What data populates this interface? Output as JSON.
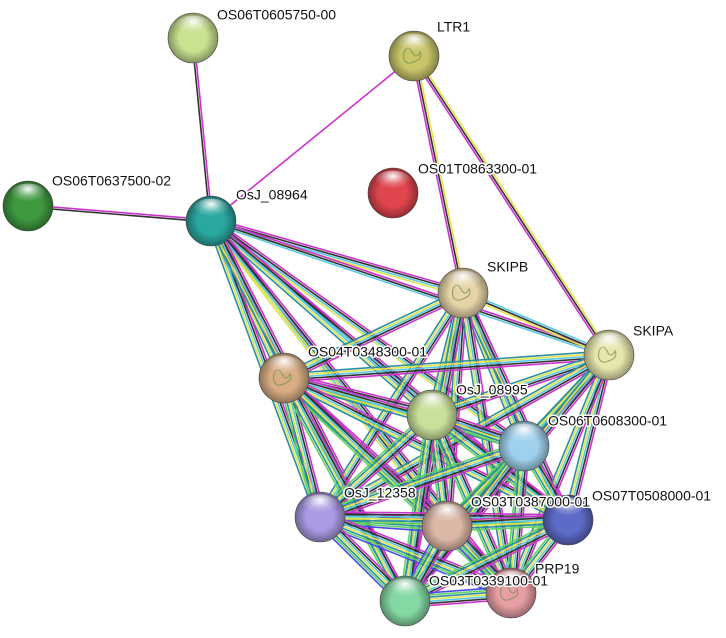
{
  "network": {
    "nodes": [
      {
        "id": "OS06T0605750-00",
        "label": "OS06T0605750-00",
        "color": "#c8e28f"
      },
      {
        "id": "LTR1",
        "label": "LTR1",
        "color": "#c9c56a",
        "structure": true
      },
      {
        "id": "OS06T0637500-02",
        "label": "OS06T0637500-02",
        "color": "#3f9a3f"
      },
      {
        "id": "OsJ_08964",
        "label": "OsJ_08964",
        "color": "#2aa79f"
      },
      {
        "id": "OS01T0863300-01",
        "label": "OS01T0863300-01",
        "color": "#e0454d"
      },
      {
        "id": "SKIPB",
        "label": "SKIPB",
        "color": "#e6d4a8",
        "structure": true
      },
      {
        "id": "SKIPA",
        "label": "SKIPA",
        "color": "#e7e6ad",
        "structure": true
      },
      {
        "id": "OS04T0348300-01",
        "label": "OS04T0348300-01",
        "color": "#d8ad84",
        "structure": true
      },
      {
        "id": "OsJ_08995",
        "label": "OsJ_08995",
        "color": "#c9e09b"
      },
      {
        "id": "OS06T0608300-01",
        "label": "OS06T0608300-01",
        "color": "#9fd1ee"
      },
      {
        "id": "OsJ_12358",
        "label": "OsJ_12358",
        "color": "#a99ae3"
      },
      {
        "id": "OS03T0387000-01",
        "label": "OS03T0387000-01",
        "color": "#dcb7a6"
      },
      {
        "id": "OS07T0508000-01",
        "label": "OS07T0508000-01",
        "color": "#5d6bc7"
      },
      {
        "id": "PRP19",
        "label": "PRP19",
        "color": "#e79fa4",
        "structure": true
      },
      {
        "id": "OS03T0339100-01",
        "label": "OS03T0339100-01",
        "color": "#84d8a3"
      }
    ],
    "edge_colors": [
      "#cc33cc",
      "#333333",
      "#e3e34a",
      "#55c9e5",
      "#2d8fa0",
      "#5fd35f",
      "#4a4ae6"
    ],
    "edges": [
      {
        "source": "OS06T0605750-00",
        "target": "OsJ_08964",
        "colors": [
          "#cc33cc",
          "#333333"
        ]
      },
      {
        "source": "OS06T0637500-02",
        "target": "OsJ_08964",
        "colors": [
          "#cc33cc",
          "#333333"
        ]
      },
      {
        "source": "OsJ_08964",
        "target": "LTR1",
        "colors": [
          "#cc33cc"
        ]
      },
      {
        "source": "LTR1",
        "target": "SKIPB",
        "colors": [
          "#e3e34a",
          "#333333",
          "#cc33cc"
        ]
      },
      {
        "source": "LTR1",
        "target": "SKIPA",
        "colors": [
          "#e3e34a",
          "#333333",
          "#cc33cc"
        ]
      },
      {
        "source": "OsJ_08964",
        "target": "SKIPB",
        "colors": [
          "#cc33cc",
          "#333333",
          "#55c9e5",
          "#e3e34a"
        ]
      },
      {
        "source": "OsJ_08964",
        "target": "SKIPA",
        "colors": [
          "#cc33cc",
          "#333333",
          "#55c9e5"
        ]
      },
      {
        "source": "OsJ_08964",
        "target": "OS04T0348300-01",
        "colors": [
          "#cc33cc",
          "#333333",
          "#55c9e5",
          "#e3e34a",
          "#2d8fa0"
        ]
      },
      {
        "source": "OsJ_08964",
        "target": "OsJ_08995",
        "colors": [
          "#cc33cc",
          "#333333",
          "#55c9e5",
          "#e3e34a",
          "#2d8fa0"
        ]
      },
      {
        "source": "OsJ_08964",
        "target": "OS06T0608300-01",
        "colors": [
          "#cc33cc",
          "#333333",
          "#55c9e5",
          "#e3e34a"
        ]
      },
      {
        "source": "OsJ_08964",
        "target": "OsJ_12358",
        "colors": [
          "#cc33cc",
          "#333333",
          "#55c9e5",
          "#e3e34a",
          "#2d8fa0"
        ]
      },
      {
        "source": "OsJ_08964",
        "target": "OS03T0387000-01",
        "colors": [
          "#cc33cc",
          "#333333",
          "#55c9e5",
          "#e3e34a"
        ]
      },
      {
        "source": "OsJ_08964",
        "target": "OS07T0508000-01",
        "colors": [
          "#cc33cc",
          "#333333",
          "#55c9e5"
        ]
      },
      {
        "source": "OsJ_08964",
        "target": "PRP19",
        "colors": [
          "#cc33cc",
          "#333333",
          "#55c9e5",
          "#e3e34a"
        ]
      },
      {
        "source": "OsJ_08964",
        "target": "OS03T0339100-01",
        "colors": [
          "#cc33cc",
          "#333333",
          "#55c9e5",
          "#e3e34a",
          "#2d8fa0"
        ]
      },
      {
        "source": "SKIPB",
        "target": "SKIPA",
        "colors": [
          "#55c9e5",
          "#333333",
          "#e3e34a"
        ]
      },
      {
        "source": "SKIPB",
        "target": "OS04T0348300-01",
        "colors": [
          "#cc33cc",
          "#333333",
          "#55c9e5",
          "#e3e34a",
          "#2d8fa0"
        ]
      },
      {
        "source": "SKIPB",
        "target": "OsJ_08995",
        "colors": [
          "#cc33cc",
          "#333333",
          "#55c9e5",
          "#e3e34a",
          "#2d8fa0"
        ]
      },
      {
        "source": "SKIPB",
        "target": "OS06T0608300-01",
        "colors": [
          "#cc33cc",
          "#333333",
          "#55c9e5",
          "#e3e34a",
          "#2d8fa0"
        ]
      },
      {
        "source": "SKIPB",
        "target": "OsJ_12358",
        "colors": [
          "#cc33cc",
          "#333333",
          "#55c9e5",
          "#e3e34a",
          "#2d8fa0"
        ]
      },
      {
        "source": "SKIPB",
        "target": "OS03T0387000-01",
        "colors": [
          "#cc33cc",
          "#333333",
          "#55c9e5",
          "#e3e34a",
          "#2d8fa0"
        ]
      },
      {
        "source": "SKIPB",
        "target": "OS07T0508000-01",
        "colors": [
          "#cc33cc",
          "#333333",
          "#55c9e5",
          "#e3e34a",
          "#2d8fa0"
        ]
      },
      {
        "source": "SKIPB",
        "target": "PRP19",
        "colors": [
          "#cc33cc",
          "#333333",
          "#55c9e5",
          "#e3e34a",
          "#2d8fa0"
        ]
      },
      {
        "source": "SKIPB",
        "target": "OS03T0339100-01",
        "colors": [
          "#cc33cc",
          "#333333",
          "#55c9e5",
          "#e3e34a",
          "#2d8fa0"
        ]
      },
      {
        "source": "SKIPA",
        "target": "OS04T0348300-01",
        "colors": [
          "#cc33cc",
          "#333333",
          "#55c9e5",
          "#e3e34a",
          "#2d8fa0"
        ]
      },
      {
        "source": "SKIPA",
        "target": "OsJ_08995",
        "colors": [
          "#cc33cc",
          "#333333",
          "#55c9e5",
          "#e3e34a",
          "#2d8fa0"
        ]
      },
      {
        "source": "SKIPA",
        "target": "OS06T0608300-01",
        "colors": [
          "#cc33cc",
          "#333333",
          "#55c9e5",
          "#e3e34a",
          "#2d8fa0"
        ]
      },
      {
        "source": "SKIPA",
        "target": "OsJ_12358",
        "colors": [
          "#cc33cc",
          "#333333",
          "#55c9e5",
          "#e3e34a",
          "#2d8fa0"
        ]
      },
      {
        "source": "SKIPA",
        "target": "OS03T0387000-01",
        "colors": [
          "#cc33cc",
          "#333333",
          "#55c9e5",
          "#e3e34a",
          "#2d8fa0"
        ]
      },
      {
        "source": "SKIPA",
        "target": "OS07T0508000-01",
        "colors": [
          "#cc33cc",
          "#333333",
          "#55c9e5",
          "#e3e34a",
          "#2d8fa0"
        ]
      },
      {
        "source": "SKIPA",
        "target": "PRP19",
        "colors": [
          "#cc33cc",
          "#333333",
          "#55c9e5",
          "#e3e34a",
          "#2d8fa0"
        ]
      },
      {
        "source": "SKIPA",
        "target": "OS03T0339100-01",
        "colors": [
          "#cc33cc",
          "#333333",
          "#55c9e5",
          "#e3e34a",
          "#2d8fa0"
        ]
      },
      {
        "source": "OS04T0348300-01",
        "target": "OsJ_08995",
        "colors": [
          "#cc33cc",
          "#333333",
          "#55c9e5",
          "#e3e34a",
          "#2d8fa0",
          "#5fd35f"
        ]
      },
      {
        "source": "OS04T0348300-01",
        "target": "OS06T0608300-01",
        "colors": [
          "#cc33cc",
          "#333333",
          "#55c9e5",
          "#e3e34a",
          "#2d8fa0"
        ]
      },
      {
        "source": "OS04T0348300-01",
        "target": "OsJ_12358",
        "colors": [
          "#cc33cc",
          "#333333",
          "#55c9e5",
          "#e3e34a",
          "#2d8fa0",
          "#5fd35f"
        ]
      },
      {
        "source": "OS04T0348300-01",
        "target": "OS03T0387000-01",
        "colors": [
          "#cc33cc",
          "#333333",
          "#55c9e5",
          "#e3e34a",
          "#2d8fa0",
          "#5fd35f"
        ]
      },
      {
        "source": "OS04T0348300-01",
        "target": "OS07T0508000-01",
        "colors": [
          "#cc33cc",
          "#333333",
          "#55c9e5",
          "#e3e34a",
          "#2d8fa0"
        ]
      },
      {
        "source": "OS04T0348300-01",
        "target": "PRP19",
        "colors": [
          "#cc33cc",
          "#333333",
          "#55c9e5",
          "#e3e34a",
          "#2d8fa0",
          "#5fd35f"
        ]
      },
      {
        "source": "OS04T0348300-01",
        "target": "OS03T0339100-01",
        "colors": [
          "#cc33cc",
          "#333333",
          "#55c9e5",
          "#e3e34a",
          "#2d8fa0",
          "#5fd35f"
        ]
      },
      {
        "source": "OsJ_08995",
        "target": "OS06T0608300-01",
        "colors": [
          "#cc33cc",
          "#333333",
          "#55c9e5",
          "#e3e34a",
          "#2d8fa0",
          "#5fd35f"
        ]
      },
      {
        "source": "OsJ_08995",
        "target": "OsJ_12358",
        "colors": [
          "#cc33cc",
          "#333333",
          "#55c9e5",
          "#e3e34a",
          "#2d8fa0",
          "#5fd35f"
        ]
      },
      {
        "source": "OsJ_08995",
        "target": "OS03T0387000-01",
        "colors": [
          "#cc33cc",
          "#333333",
          "#55c9e5",
          "#e3e34a",
          "#2d8fa0",
          "#5fd35f"
        ]
      },
      {
        "source": "OsJ_08995",
        "target": "OS07T0508000-01",
        "colors": [
          "#cc33cc",
          "#333333",
          "#55c9e5",
          "#e3e34a",
          "#2d8fa0",
          "#5fd35f"
        ]
      },
      {
        "source": "OsJ_08995",
        "target": "PRP19",
        "colors": [
          "#cc33cc",
          "#333333",
          "#55c9e5",
          "#e3e34a",
          "#2d8fa0",
          "#5fd35f"
        ]
      },
      {
        "source": "OsJ_08995",
        "target": "OS03T0339100-01",
        "colors": [
          "#cc33cc",
          "#333333",
          "#55c9e5",
          "#e3e34a",
          "#2d8fa0",
          "#5fd35f"
        ]
      },
      {
        "source": "OS06T0608300-01",
        "target": "OsJ_12358",
        "colors": [
          "#cc33cc",
          "#333333",
          "#55c9e5",
          "#e3e34a",
          "#2d8fa0",
          "#5fd35f"
        ]
      },
      {
        "source": "OS06T0608300-01",
        "target": "OS03T0387000-01",
        "colors": [
          "#cc33cc",
          "#333333",
          "#55c9e5",
          "#e3e34a",
          "#2d8fa0",
          "#5fd35f"
        ]
      },
      {
        "source": "OS06T0608300-01",
        "target": "OS07T0508000-01",
        "colors": [
          "#cc33cc",
          "#333333",
          "#55c9e5",
          "#e3e34a",
          "#2d8fa0",
          "#5fd35f"
        ]
      },
      {
        "source": "OS06T0608300-01",
        "target": "PRP19",
        "colors": [
          "#cc33cc",
          "#333333",
          "#55c9e5",
          "#e3e34a",
          "#2d8fa0",
          "#5fd35f"
        ]
      },
      {
        "source": "OS06T0608300-01",
        "target": "OS03T0339100-01",
        "colors": [
          "#cc33cc",
          "#333333",
          "#55c9e5",
          "#e3e34a",
          "#2d8fa0",
          "#5fd35f"
        ]
      },
      {
        "source": "OsJ_12358",
        "target": "OS03T0387000-01",
        "colors": [
          "#cc33cc",
          "#333333",
          "#55c9e5",
          "#e3e34a",
          "#2d8fa0",
          "#5fd35f",
          "#4a4ae6"
        ]
      },
      {
        "source": "OsJ_12358",
        "target": "OS07T0508000-01",
        "colors": [
          "#cc33cc",
          "#333333",
          "#55c9e5",
          "#e3e34a",
          "#2d8fa0",
          "#5fd35f"
        ]
      },
      {
        "source": "OsJ_12358",
        "target": "PRP19",
        "colors": [
          "#cc33cc",
          "#333333",
          "#55c9e5",
          "#e3e34a",
          "#2d8fa0",
          "#5fd35f",
          "#4a4ae6"
        ]
      },
      {
        "source": "OsJ_12358",
        "target": "OS03T0339100-01",
        "colors": [
          "#cc33cc",
          "#333333",
          "#55c9e5",
          "#e3e34a",
          "#2d8fa0",
          "#5fd35f",
          "#4a4ae6"
        ]
      },
      {
        "source": "OS03T0387000-01",
        "target": "OS07T0508000-01",
        "colors": [
          "#cc33cc",
          "#333333",
          "#55c9e5",
          "#e3e34a",
          "#2d8fa0",
          "#5fd35f"
        ]
      },
      {
        "source": "OS03T0387000-01",
        "target": "PRP19",
        "colors": [
          "#cc33cc",
          "#333333",
          "#55c9e5",
          "#e3e34a",
          "#2d8fa0",
          "#5fd35f",
          "#4a4ae6"
        ]
      },
      {
        "source": "OS03T0387000-01",
        "target": "OS03T0339100-01",
        "colors": [
          "#cc33cc",
          "#333333",
          "#55c9e5",
          "#e3e34a",
          "#2d8fa0",
          "#5fd35f",
          "#4a4ae6"
        ]
      },
      {
        "source": "OS07T0508000-01",
        "target": "PRP19",
        "colors": [
          "#cc33cc",
          "#333333",
          "#55c9e5",
          "#e3e34a",
          "#2d8fa0",
          "#5fd35f"
        ]
      },
      {
        "source": "OS07T0508000-01",
        "target": "OS03T0339100-01",
        "colors": [
          "#cc33cc",
          "#333333",
          "#55c9e5",
          "#e3e34a",
          "#2d8fa0",
          "#5fd35f"
        ]
      },
      {
        "source": "PRP19",
        "target": "OS03T0339100-01",
        "colors": [
          "#cc33cc",
          "#333333",
          "#55c9e5",
          "#e3e34a",
          "#2d8fa0",
          "#5fd35f",
          "#4a4ae6"
        ]
      }
    ]
  }
}
